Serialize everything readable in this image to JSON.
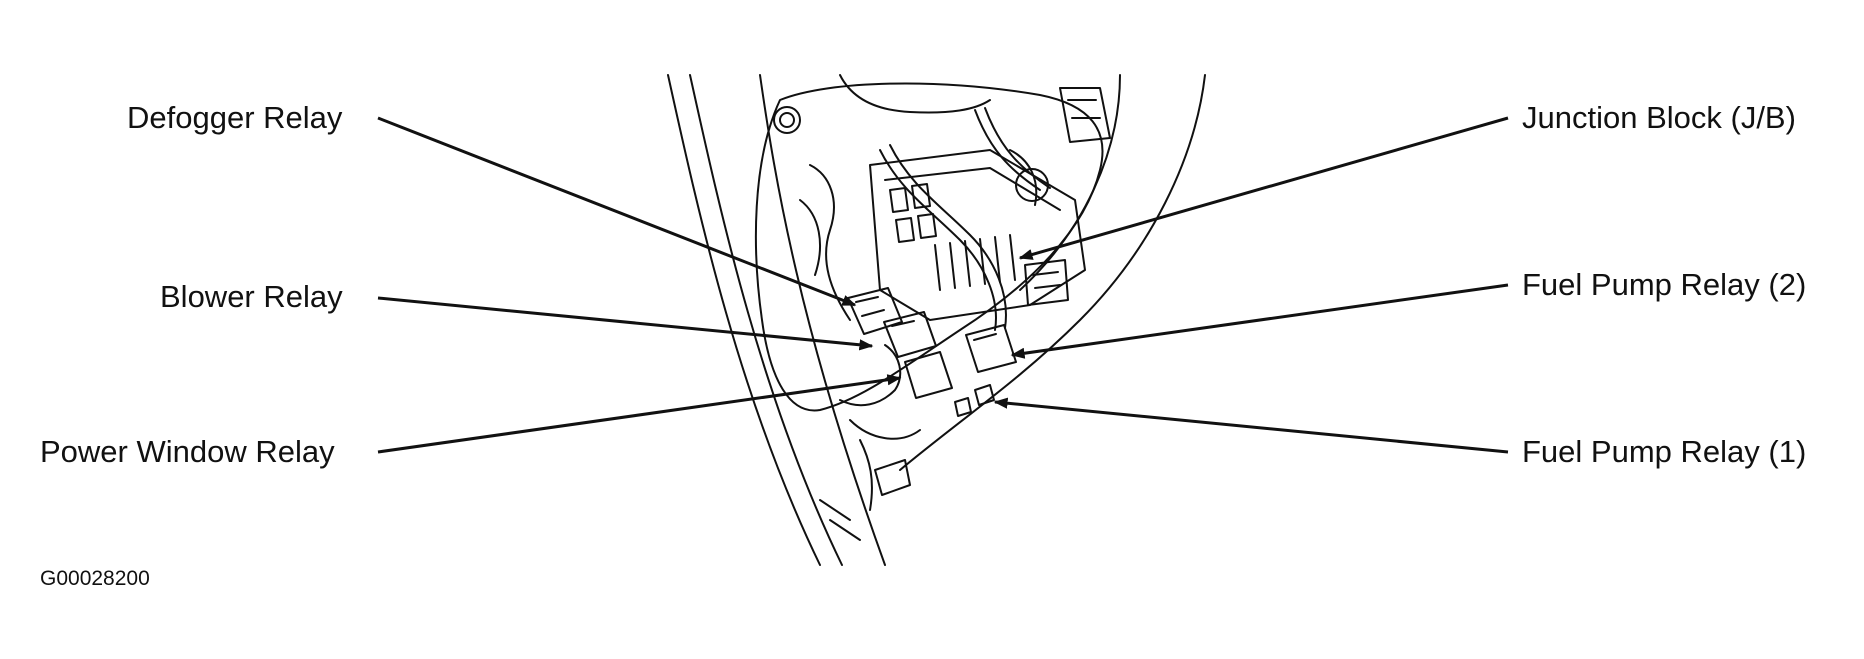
{
  "labels": {
    "defogger_relay": "Defogger Relay",
    "blower_relay": "Blower Relay",
    "power_window_relay": "Power Window Relay",
    "junction_block": "Junction Block (J/B)",
    "fuel_pump_relay_2": "Fuel Pump Relay (2)",
    "fuel_pump_relay_1": "Fuel Pump Relay (1)"
  },
  "figure_code": "G00028200"
}
